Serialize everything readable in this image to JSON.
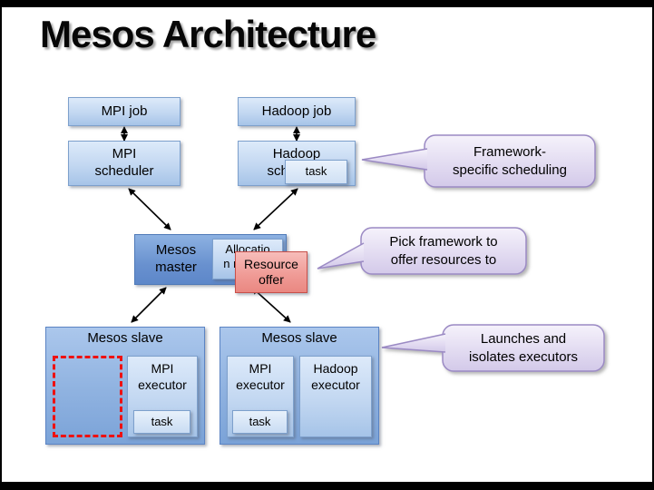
{
  "title": "Mesos Architecture",
  "boxes": {
    "mpi_job": "MPI job",
    "hadoop_job": "Hadoop job",
    "mpi_scheduler": "MPI\nscheduler",
    "hadoop_scheduler": "Hadoop\nscheduler",
    "floating_task": "task",
    "mesos_master": "Mesos\nmaster",
    "allocation_module": "Allocatio\nn module",
    "resource_offer": "Resource\noffer",
    "left_slave": "Mesos slave",
    "right_slave": "Mesos slave",
    "left_mpi_executor": "MPI\nexecutor",
    "left_task": "task",
    "right_mpi_executor": "MPI\nexecutor",
    "right_task": "task",
    "hadoop_executor": "Hadoop\nexecutor"
  },
  "callouts": {
    "framework_specific": "Framework-\nspecific scheduling",
    "pick_framework": "Pick framework to\noffer resources to",
    "launches": "Launches and\nisolates executors"
  },
  "colors": {
    "light_blue_box": "#c2d7f1",
    "master_blue": "#6991cf",
    "slave_blue": "#8fb2e0",
    "resource_offer_pink": "#f09c97",
    "resource_offer_border": "#c8504a",
    "callout_lavender": "#d9d0ec",
    "callout_border": "#9b8ac4",
    "box_border_blue": "#7da0cc",
    "red_dashed": "#ee1111",
    "arrow": "#000000"
  }
}
